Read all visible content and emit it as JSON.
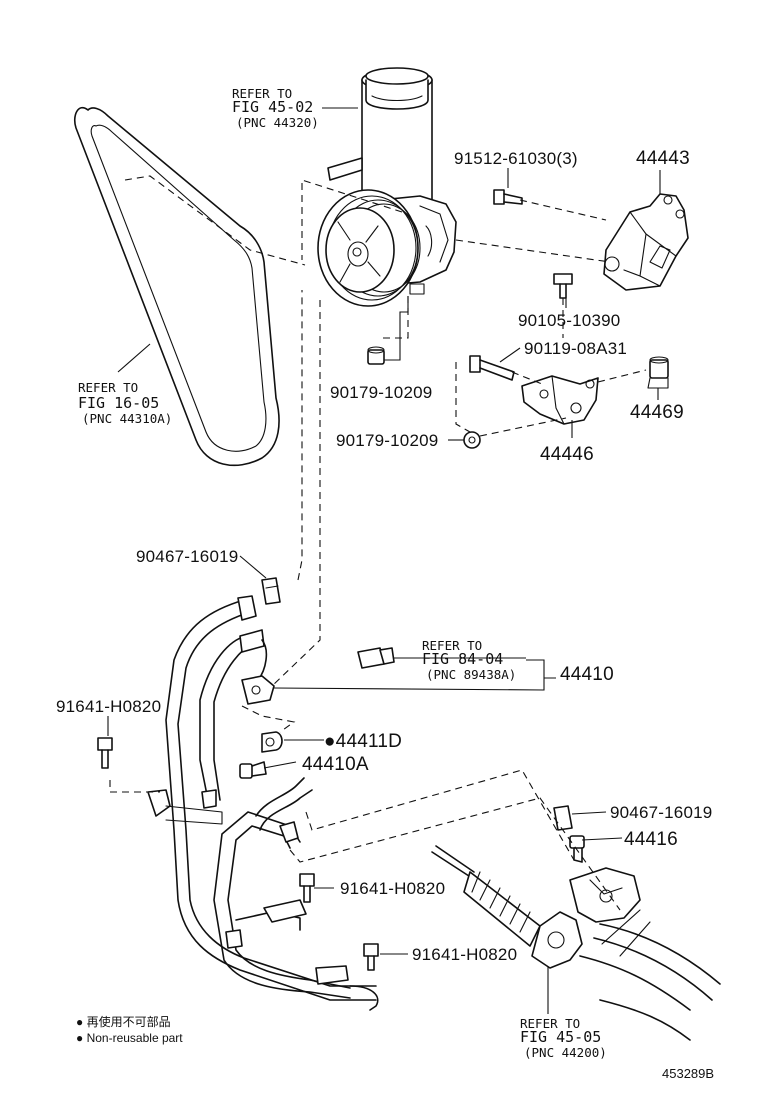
{
  "refs": {
    "reservoir": {
      "l1": "REFER TO",
      "l2": "FIG 45-02",
      "l3": "(PNC 44320)"
    },
    "belt": {
      "l1": "REFER TO",
      "l2": "FIG 16-05",
      "l3": "(PNC 44310A)"
    },
    "sensor": {
      "l1": "REFER TO",
      "l2": "FIG 84-04",
      "l3": "(PNC 89438A)"
    },
    "gear": {
      "l1": "REFER TO",
      "l2": "FIG 45-05",
      "l3": "(PNC 44200)"
    }
  },
  "parts": {
    "bolt_top": "91512-61030(3)",
    "bracket_top": "44443",
    "bolt_mid": "90105-10390",
    "bolt_long": "90119-08A31",
    "nut_a": "90179-10209",
    "nut_b": "90179-10209",
    "spacer": "44469",
    "bracket_low": "44446",
    "clamp_a": "90467-16019",
    "hose_assy": "44410",
    "bolt_a": "91641-H0820",
    "gasket": "●44411D",
    "union": "44410A",
    "clamp_b": "90467-16019",
    "union_b": "44416",
    "bolt_b": "91641-H0820",
    "bolt_c": "91641-H0820"
  },
  "legend": {
    "line_jp": "● 再使用不可部品",
    "line_en": "● Non-reusable part"
  },
  "figure_code": "453289B"
}
